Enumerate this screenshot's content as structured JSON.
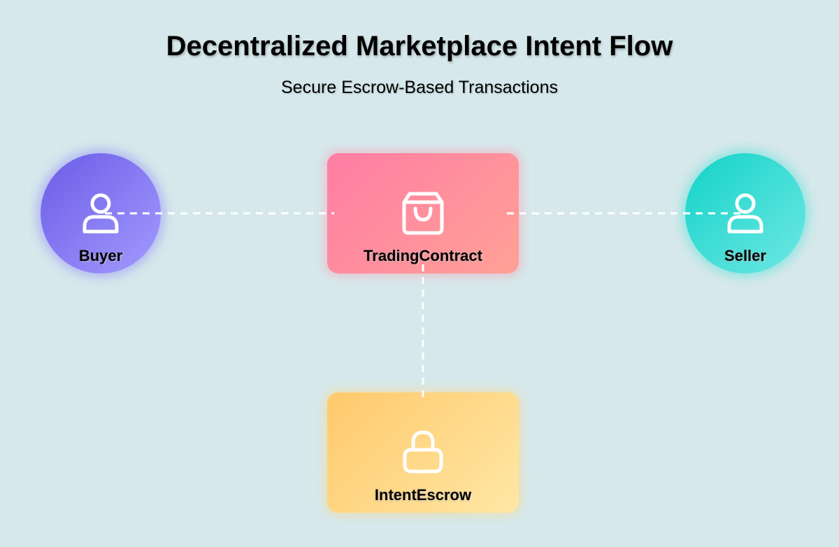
{
  "header": {
    "title": "Decentralized Marketplace Intent Flow",
    "subtitle": "Secure Escrow-Based Transactions"
  },
  "nodes": {
    "buyer": {
      "label": "Buyer",
      "icon": "user-icon",
      "color_from": "#6c5ce7",
      "color_to": "#a29bfe"
    },
    "trading_contract": {
      "label": "TradingContract",
      "icon": "shopping-bag-icon",
      "color_from": "#ff7da4",
      "color_to": "#ffa196"
    },
    "seller": {
      "label": "Seller",
      "icon": "user-icon",
      "color_from": "#13d3c8",
      "color_to": "#6fe8e4"
    },
    "intent_escrow": {
      "label": "IntentEscrow",
      "icon": "lock-icon",
      "color_from": "#ffc96b",
      "color_to": "#ffe7a5"
    }
  },
  "connections": [
    {
      "from": "Buyer",
      "to": "TradingContract",
      "style": "dashed"
    },
    {
      "from": "TradingContract",
      "to": "Seller",
      "style": "dashed"
    },
    {
      "from": "TradingContract",
      "to": "IntentEscrow",
      "style": "dashed"
    }
  ]
}
